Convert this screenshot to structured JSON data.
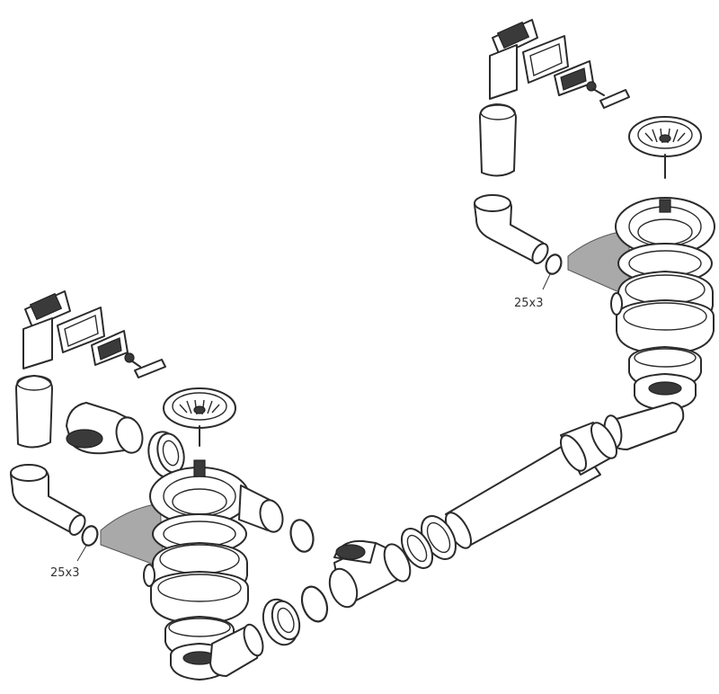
{
  "diagram": {
    "callouts": [
      {
        "id": "left-oring",
        "text": "25x3"
      },
      {
        "id": "right-oring",
        "text": "25x3"
      }
    ]
  }
}
